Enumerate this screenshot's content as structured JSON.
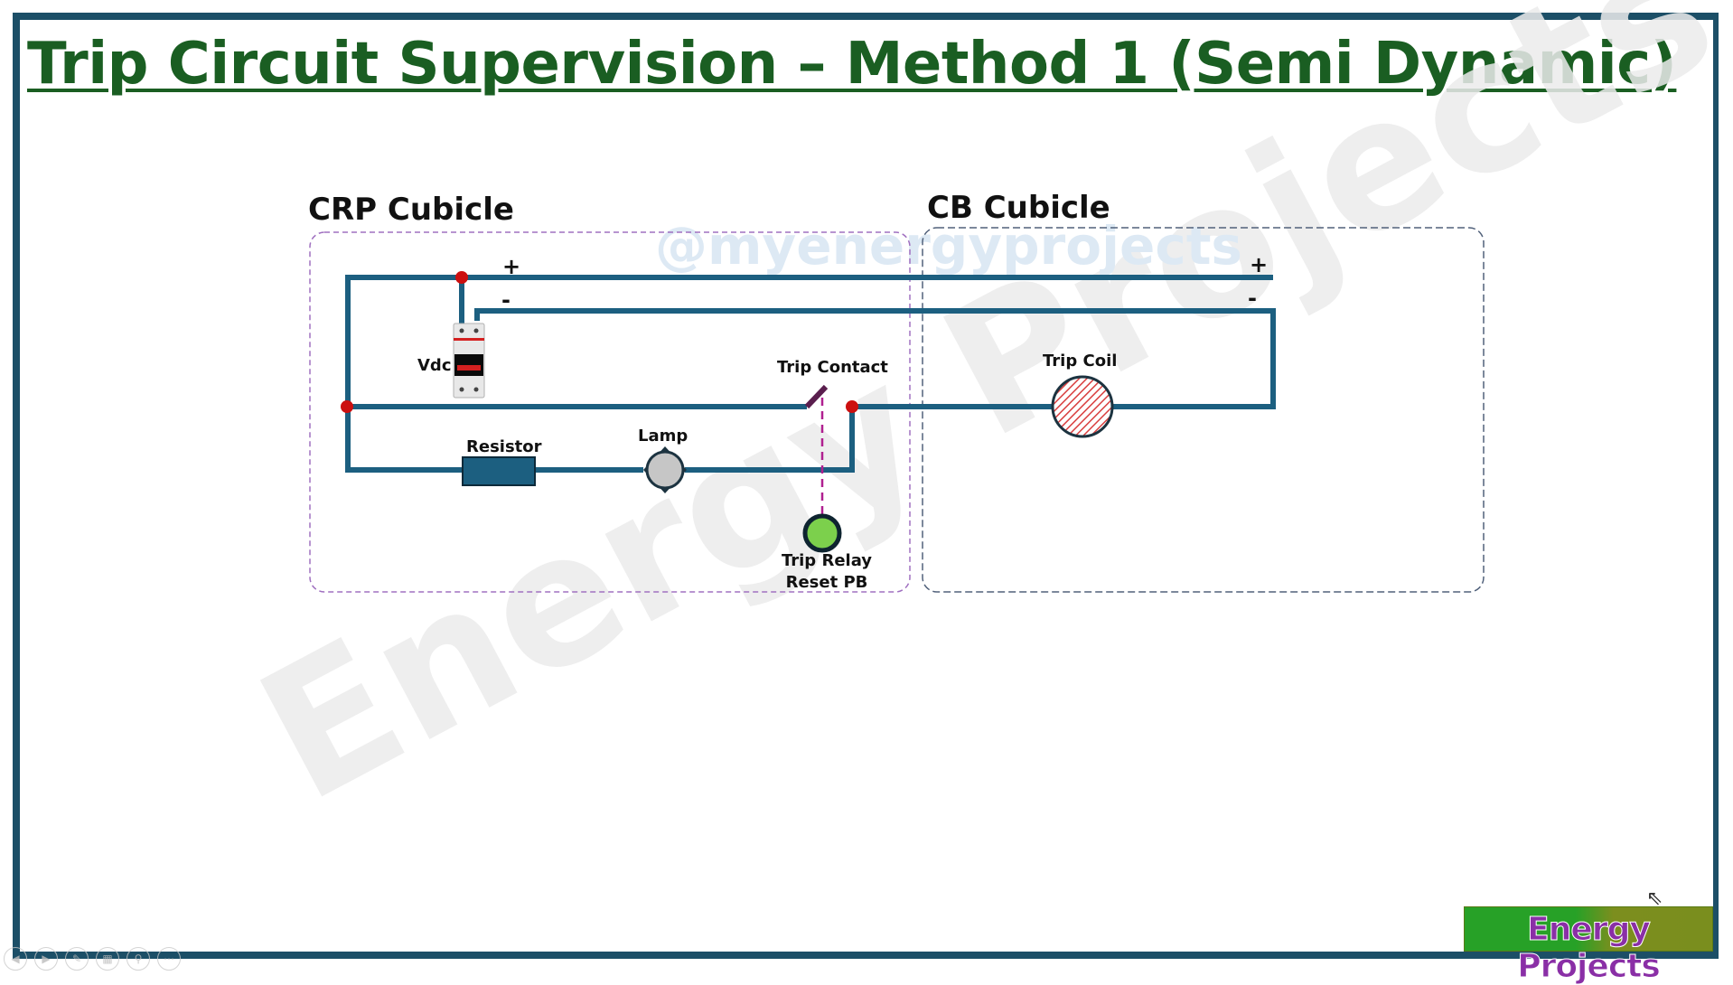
{
  "slide": {
    "title": "Trip Circuit Supervision – Method 1 (Semi Dynamic)"
  },
  "diagram": {
    "crp_cubicle_label": "CRP Cubicle",
    "cb_cubicle_label": "CB Cubicle",
    "plus_left": "+",
    "minus_left": "-",
    "plus_right": "+",
    "minus_right": "-",
    "vdc_label": "Vdc",
    "trip_contact_label": "Trip Contact",
    "trip_coil_label": "Trip Coil",
    "resistor_label": "Resistor",
    "lamp_label": "Lamp",
    "reset_pb_label_line1": "Trip Relay",
    "reset_pb_label_line2": "Reset PB",
    "watermark_handle": "@myenergyprojects",
    "watermark_big": "Energy Projects"
  },
  "logo": {
    "text": "Energy Projects"
  },
  "colors": {
    "wire": "#1c5f80",
    "title": "#1a5e22",
    "junction": "#cc1010",
    "crp_border": "#a070c0",
    "cb_border": "#50607a",
    "reset_pb": "#7cd04c",
    "trip_coil": "#d94040",
    "frame": "#1c4f67"
  },
  "slideshow_controls": [
    "prev-icon",
    "next-icon",
    "pen-icon",
    "slides-icon",
    "zoom-icon",
    "more-icon"
  ]
}
